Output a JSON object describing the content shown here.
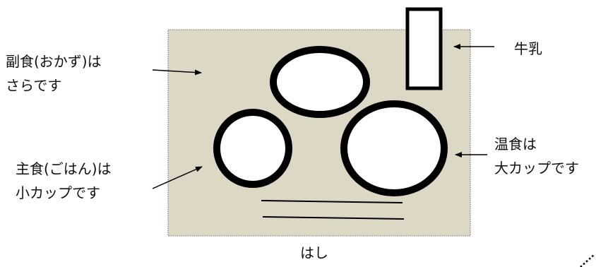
{
  "colors": {
    "tray_fill": "#ddd8c6",
    "tray_border": "#666666",
    "dish_stroke": "#000000",
    "dish_fill": "#ffffff",
    "text": "#111111"
  },
  "labels": {
    "side_dish": [
      "副食(おかず)は",
      "さらです"
    ],
    "milk": [
      "牛乳"
    ],
    "main_dish": [
      "主食(ごはん)は",
      "小カップです"
    ],
    "hot_dish": [
      "温食は",
      "大カップです"
    ],
    "chopsticks": [
      "はし"
    ]
  }
}
